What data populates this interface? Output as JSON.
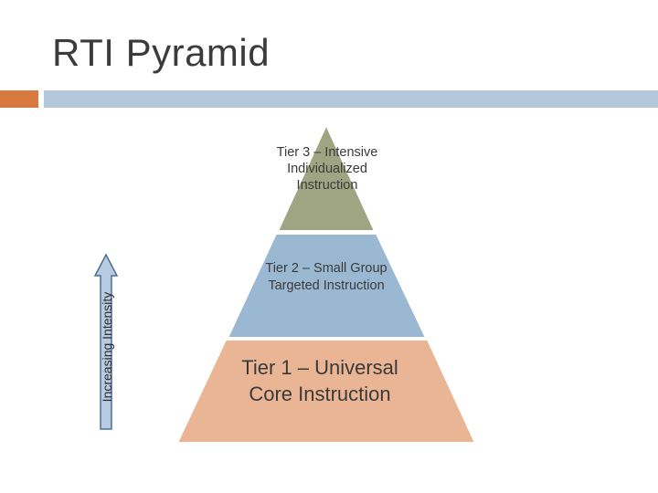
{
  "slide": {
    "title": "RTI Pyramid"
  },
  "pyramid": {
    "tiers": [
      {
        "label": "Tier 3 – Intensive Individualized Instruction",
        "color": "#9fa583"
      },
      {
        "label": "Tier 2 – Small Group Targeted Instruction",
        "color": "#9bb8d3"
      },
      {
        "label": "Tier 1 – Universal Core Instruction",
        "color": "#eab595"
      }
    ]
  },
  "axis": {
    "label": "Increasing Intensity"
  },
  "colors": {
    "accent": "#d9793f",
    "header_bar": "#b3c9db",
    "arrow_fill": "#b8cbe0",
    "arrow_stroke": "#4b6f9c"
  }
}
